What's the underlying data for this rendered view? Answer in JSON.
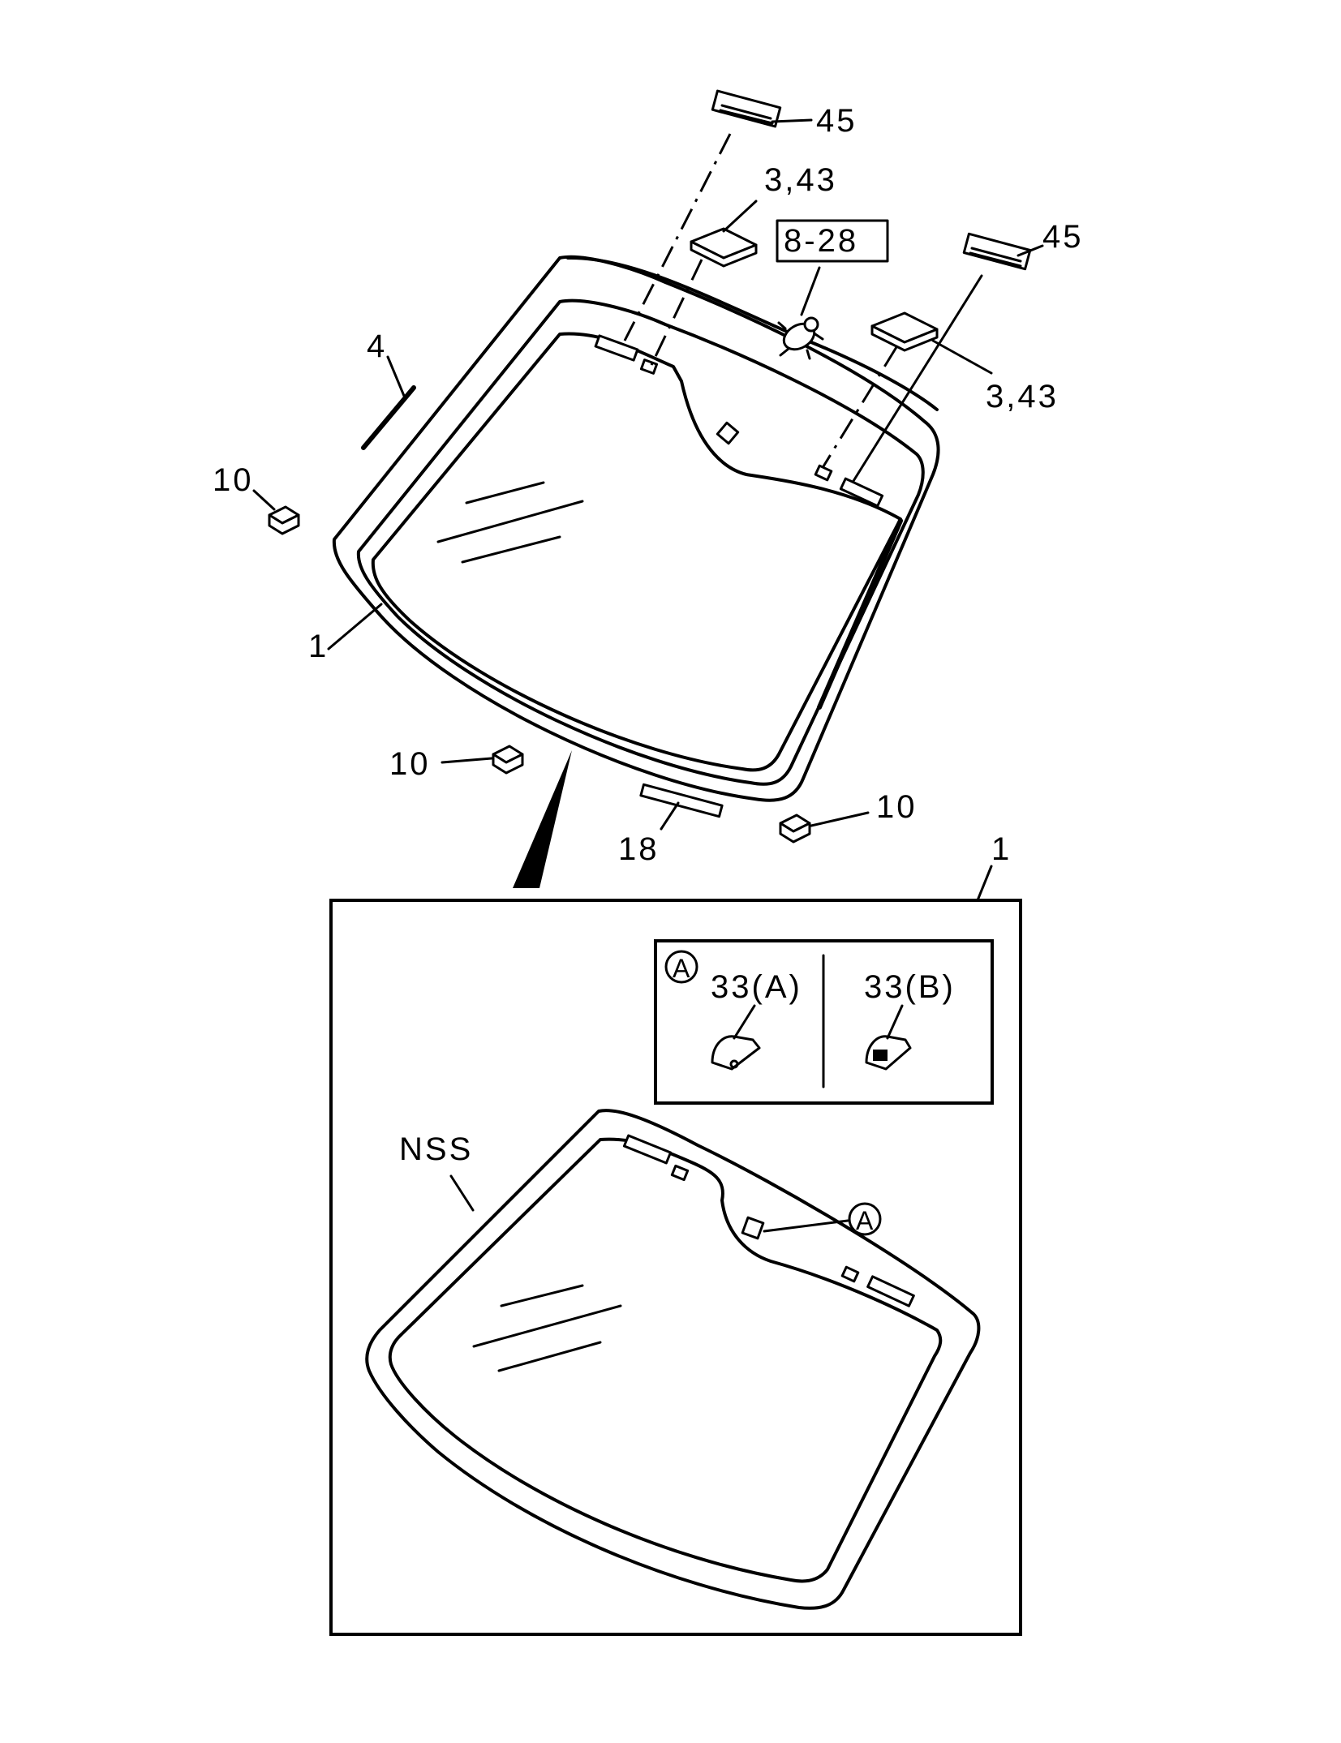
{
  "labels": {
    "part_45_top": "45",
    "part_3_43_top": "3,43",
    "ref_box": "8-28",
    "part_45_right": "45",
    "part_3_43_right": "3,43",
    "part_4": "4",
    "part_10_left": "10",
    "part_1_top": "1",
    "part_10_bottom_left": "10",
    "part_18": "18",
    "part_10_bottom_right": "10",
    "part_1_detail": "1",
    "detail_marker": "A",
    "variant_a": "33(A)",
    "variant_b": "33(B)",
    "nss": "NSS",
    "detail_marker_pointer": "A"
  },
  "colors": {
    "line": "#000000",
    "background": "#ffffff"
  }
}
